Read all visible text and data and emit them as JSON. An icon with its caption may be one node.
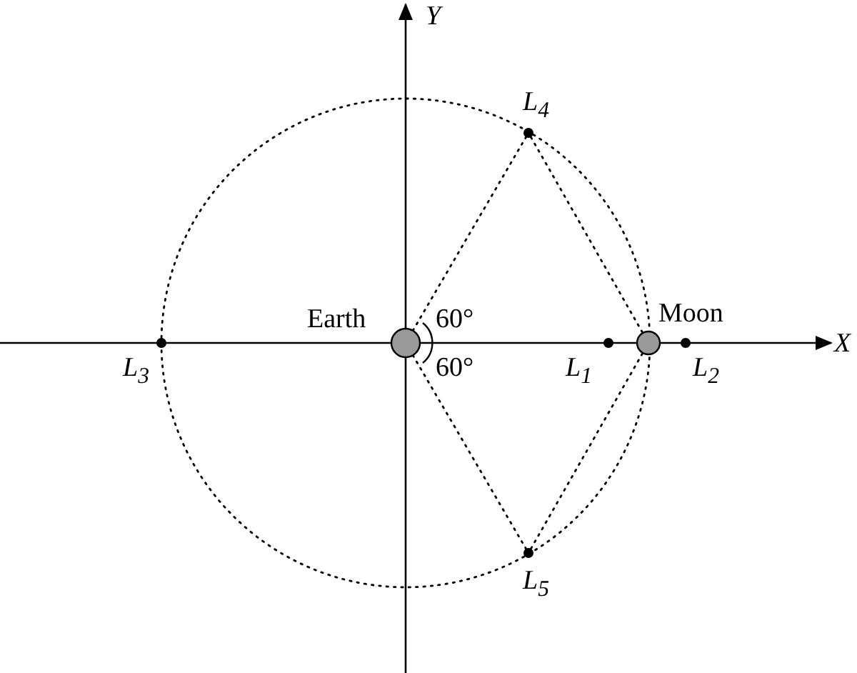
{
  "diagram": {
    "nodes": [
      {
        "text": [],
        "shape": "circle",
        "beside": [
          "Earth"
        ]
      },
      {
        "text": [],
        "shape": "circle",
        "beside": [
          "Moon"
        ]
      },
      {
        "text": [],
        "shape": "circle",
        "beside": [
          "L$_{1}$"
        ]
      },
      {
        "text": [],
        "shape": "circle",
        "beside": [
          "L$_{2}$"
        ]
      },
      {
        "text": [],
        "shape": "circle",
        "beside": [
          "L$_{3}$"
        ]
      },
      {
        "text": [],
        "shape": "circle",
        "beside": [
          "L$_{4}$"
        ]
      },
      {
        "text": [],
        "shape": "circle",
        "beside": [
          "L$_{5}$"
        ]
      }
    ],
    "edges": [
      {
        "from": 0,
        "to": 5,
        "arrow": "none"
      },
      {
        "from": 0,
        "to": 6,
        "arrow": "none"
      },
      {
        "from": 5,
        "to": 1,
        "arrow": "none"
      },
      {
        "from": 6,
        "to": 1,
        "arrow": "none"
      }
    ],
    "labels": [
      "Y",
      "60°",
      "X",
      "60°"
    ]
  }
}
